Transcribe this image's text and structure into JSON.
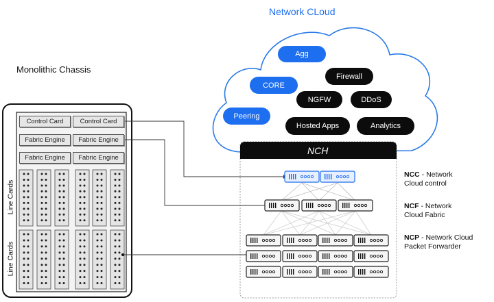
{
  "cloud": {
    "title": "Network CLoud",
    "pills": [
      "Agg",
      "CORE",
      "Firewall",
      "NGFW",
      "DDoS",
      "Peering",
      "Hosted Apps",
      "Analytics"
    ]
  },
  "nch": {
    "label": "NCH"
  },
  "chassis": {
    "title": "Monolithic Chassis",
    "control_cards": [
      "Control Card",
      "Control Card"
    ],
    "fabric_row1": [
      "Fabric Engine",
      "Fabric Engine"
    ],
    "fabric_row2": [
      "Fabric Engine",
      "Fabric Engine"
    ],
    "line_cards_label": "Line Cards"
  },
  "legend": {
    "ncc": {
      "code": "NCC",
      "desc1": " - Network",
      "desc2": "Cloud control"
    },
    "ncf": {
      "code": "NCF",
      "desc1": " - Network",
      "desc2": "Cloud Fabric"
    },
    "ncp": {
      "code": "NCP",
      "desc1": " - Network Cloud",
      "desc2": "Packet Forwarder"
    }
  },
  "colors": {
    "accent": "#1e6ef0",
    "dark": "#0c0c0c",
    "cloud_outline": "#2a7be8"
  }
}
